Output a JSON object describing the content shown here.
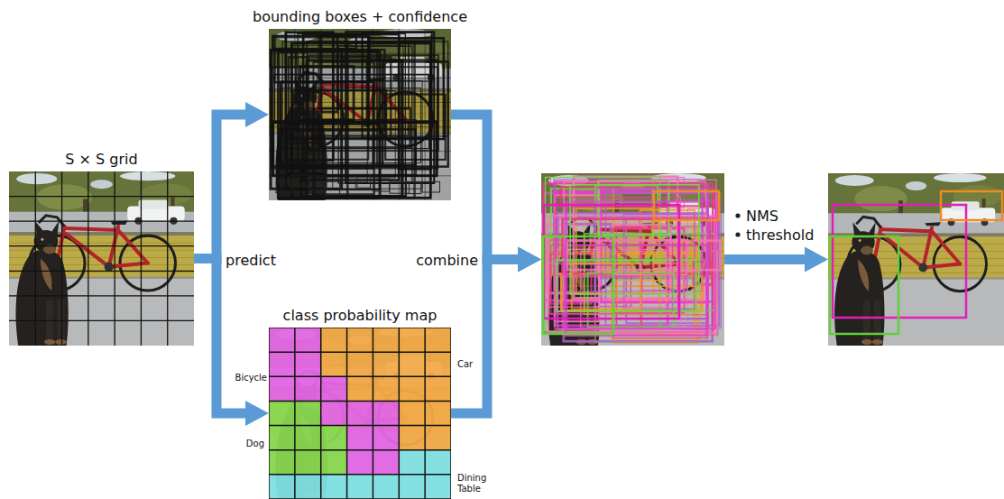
{
  "diagram": {
    "nodes": [
      {
        "text": [
          "S × S grid"
        ]
      },
      {
        "text": [
          "bounding boxes + confidence"
        ]
      },
      {
        "text": [
          "class probability map"
        ]
      },
      {
        "text": []
      },
      {
        "text": []
      }
    ],
    "edges": [
      {
        "from": 0,
        "to": 1,
        "arrow": "to",
        "label": "predict"
      },
      {
        "from": 0,
        "to": 2,
        "arrow": "to"
      },
      {
        "from": 1,
        "to": 3,
        "arrow": "to",
        "label": "combine"
      },
      {
        "from": 2,
        "to": 3,
        "arrow": "to"
      },
      {
        "from": 3,
        "to": 4,
        "arrow": "to"
      }
    ],
    "labels": [
      "Bicycle",
      "Car",
      "Dog",
      "Dining Table",
      "NMS",
      "threshold"
    ]
  }
}
